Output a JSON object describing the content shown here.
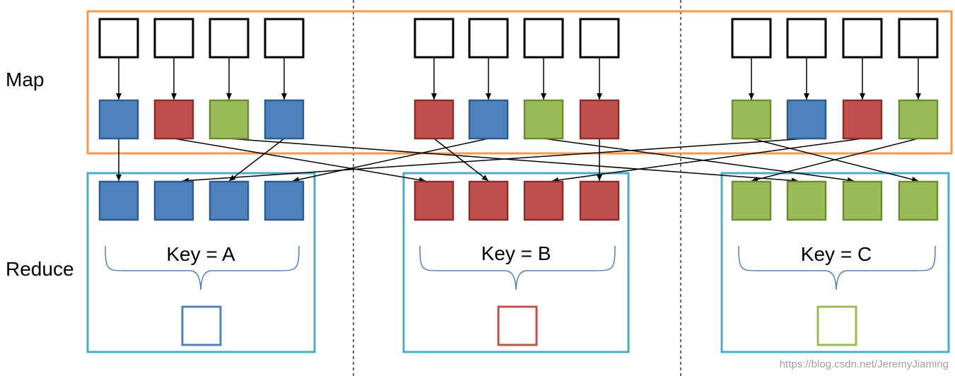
{
  "labels": {
    "map": "Map",
    "reduce": "Reduce",
    "key_a": "Key = A",
    "key_b": "Key = B",
    "key_c": "Key = C",
    "watermark": "https://blog.csdn.net/JeremyJiaming"
  },
  "colors": {
    "map_border": "#F39A4F",
    "reduce_border": "#4BACC6",
    "blue": "#4F81BD",
    "blue_stroke": "#2E5C8F",
    "red": "#C0504D",
    "red_stroke": "#8C2E2B",
    "green": "#9BBB59",
    "green_stroke": "#6E8C36",
    "black": "#000000"
  },
  "groups": [
    {
      "inputs": 4,
      "mapped_keys": [
        "blue",
        "red",
        "green",
        "blue"
      ],
      "reduce_color": "blue",
      "key_label": "Key = A"
    },
    {
      "inputs": 4,
      "mapped_keys": [
        "red",
        "blue",
        "green",
        "red"
      ],
      "reduce_color": "red",
      "key_label": "Key = B"
    },
    {
      "inputs": 4,
      "mapped_keys": [
        "green",
        "blue",
        "red",
        "green"
      ],
      "reduce_color": "green",
      "key_label": "Key = C"
    }
  ]
}
